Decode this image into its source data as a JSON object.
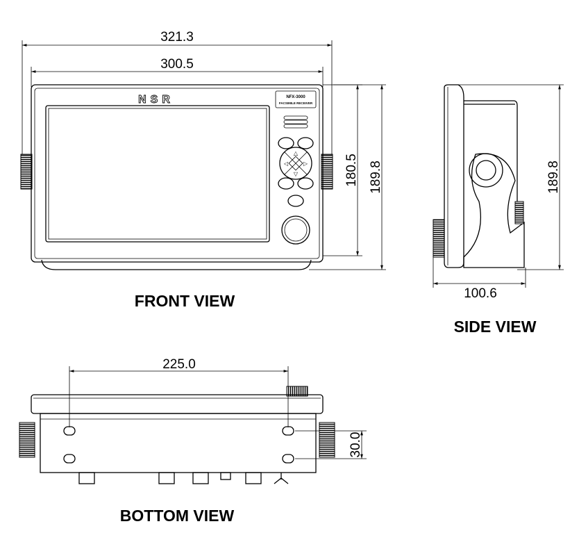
{
  "front_view": {
    "label": "FRONT VIEW",
    "brand": "NSR",
    "model": "NFX-3000",
    "model_subtitle": "FACSIMILE RECEIVER",
    "dimensions": {
      "overall_width": "321.3",
      "panel_width": "300.5",
      "panel_height": "180.5",
      "overall_height": "189.8"
    }
  },
  "side_view": {
    "label": "SIDE VIEW",
    "dimensions": {
      "height": "189.8",
      "depth": "100.6"
    }
  },
  "bottom_view": {
    "label": "BOTTOM VIEW",
    "dimensions": {
      "hole_spacing": "225.0",
      "hole_pitch": "30.0"
    }
  }
}
